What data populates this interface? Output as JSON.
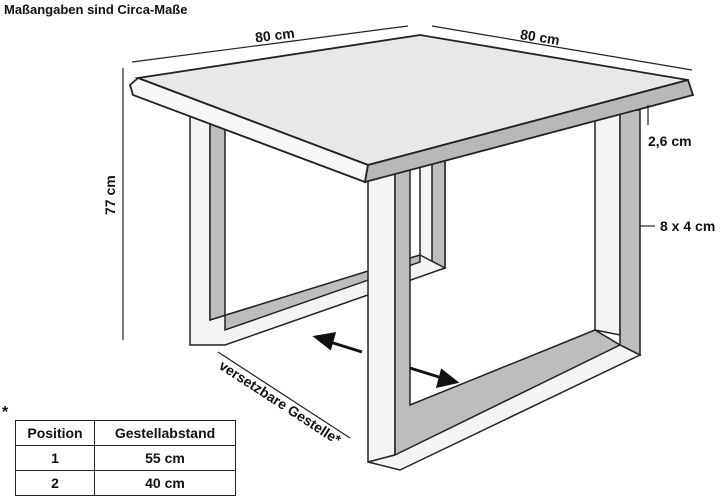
{
  "title": "Maßangaben sind Circa-Maße",
  "dimensions": {
    "width_left": "80 cm",
    "width_right": "80 cm",
    "height": "77 cm",
    "top_thickness": "2,6 cm",
    "leg_profile": "8 x 4 cm",
    "movable_frames": "versetzbare Gestelle*"
  },
  "footnote_marker": "*",
  "table": {
    "headers": [
      "Position",
      "Gestellabstand"
    ],
    "rows": [
      [
        "1",
        "55 cm"
      ],
      [
        "2",
        "40 cm"
      ]
    ]
  }
}
